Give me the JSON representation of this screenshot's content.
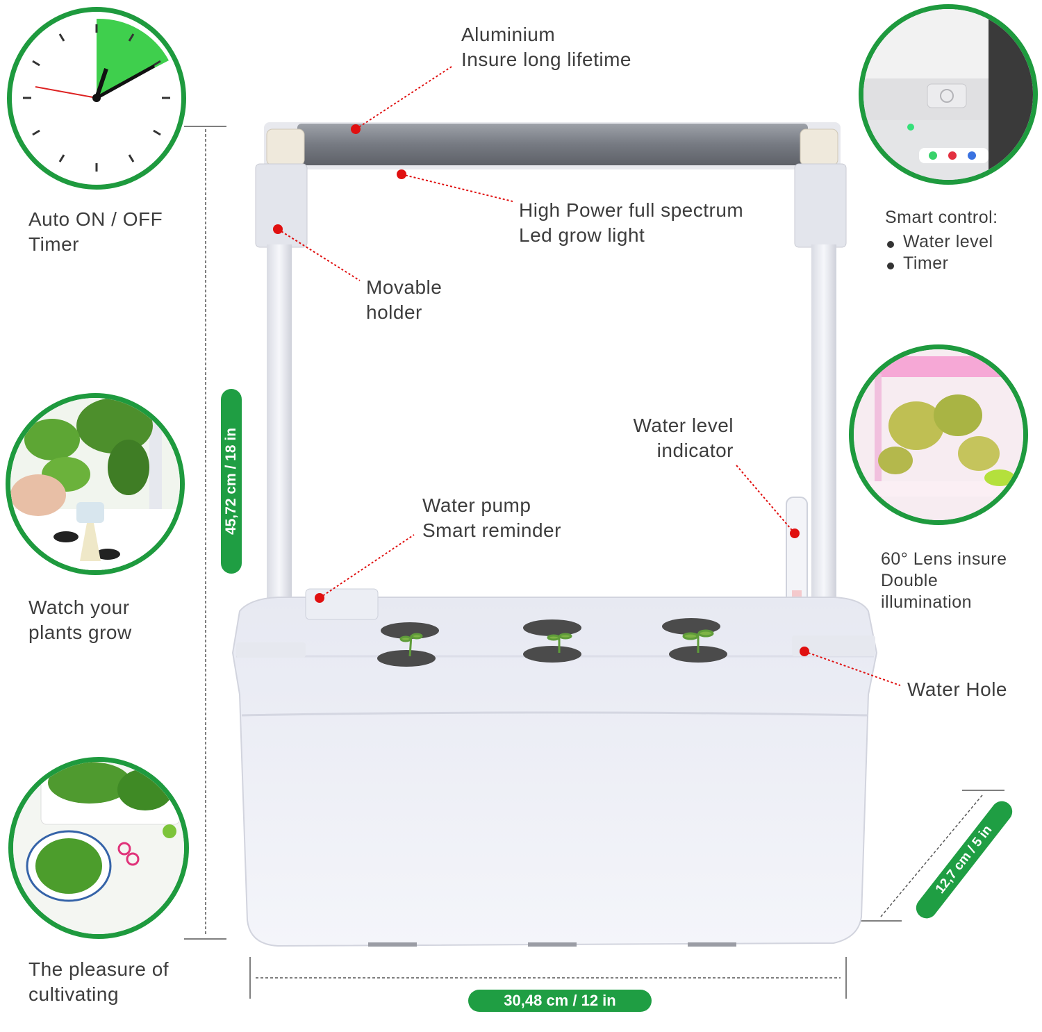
{
  "colors": {
    "accent_green": "#1f9e43",
    "callout_red": "#e01010",
    "device_white": "#eef0f6",
    "light_bar": "#7c7f86"
  },
  "features": {
    "timer": [
      "Auto ON / OFF",
      "Timer"
    ],
    "watch": [
      "Watch your",
      "plants grow"
    ],
    "pleasure": [
      "The pleasure of",
      "cultivating"
    ],
    "smart_control": {
      "title": "Smart control:",
      "items": [
        "Water level",
        "Timer"
      ]
    },
    "lens": [
      "60° Lens insure",
      "Double",
      "illumination"
    ]
  },
  "callouts": {
    "aluminium": [
      "Aluminium",
      "Insure long lifetime"
    ],
    "grow_light": [
      "High Power full spectrum",
      "Led grow light"
    ],
    "holder": [
      "Movable",
      "holder"
    ],
    "water_level": [
      "Water level",
      "indicator"
    ],
    "pump": [
      "Water pump",
      "Smart reminder"
    ],
    "water_hole": [
      "Water Hole"
    ]
  },
  "dimensions": {
    "height": "45,72 cm / 18 in",
    "width": "30,48 cm / 12 in",
    "depth": "12,7 cm / 5 in"
  },
  "icons": {
    "clock": "clock-icon",
    "control_panel": "control-panel-icon",
    "plant_photo": "plant-photo-icon"
  }
}
